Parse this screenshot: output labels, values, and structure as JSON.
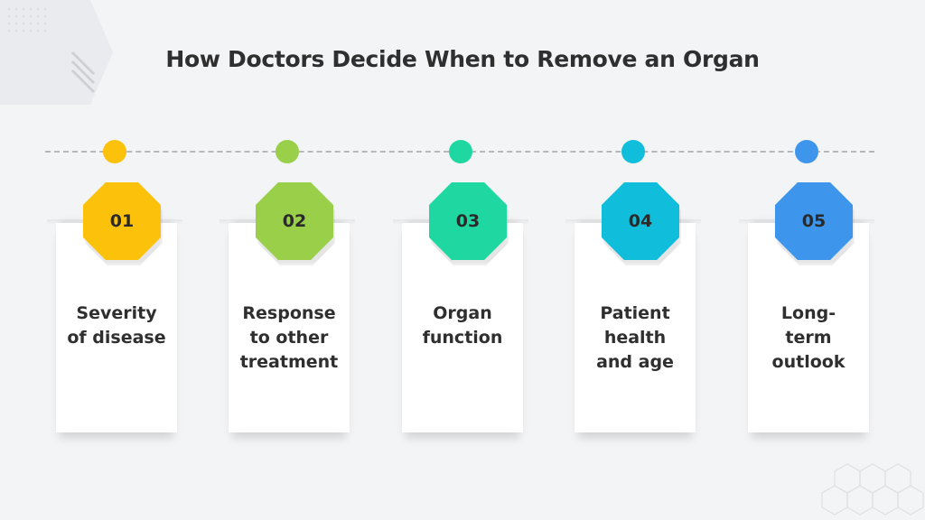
{
  "title": "How Doctors Decide When to Remove an Organ",
  "colors": {
    "background": "#f3f4f6",
    "text": "#2f2f2f",
    "step_colors": [
      "#fcc10b",
      "#9ad049",
      "#1fd7a0",
      "#10bedc",
      "#3d96ec"
    ]
  },
  "steps": [
    {
      "number": "01",
      "label": "Severity\nof disease"
    },
    {
      "number": "02",
      "label": "Response\nto other\ntreatment"
    },
    {
      "number": "03",
      "label": "Organ\nfunction"
    },
    {
      "number": "04",
      "label": "Patient\nhealth\nand age"
    },
    {
      "number": "05",
      "label": "Long-\nterm\noutlook"
    }
  ]
}
